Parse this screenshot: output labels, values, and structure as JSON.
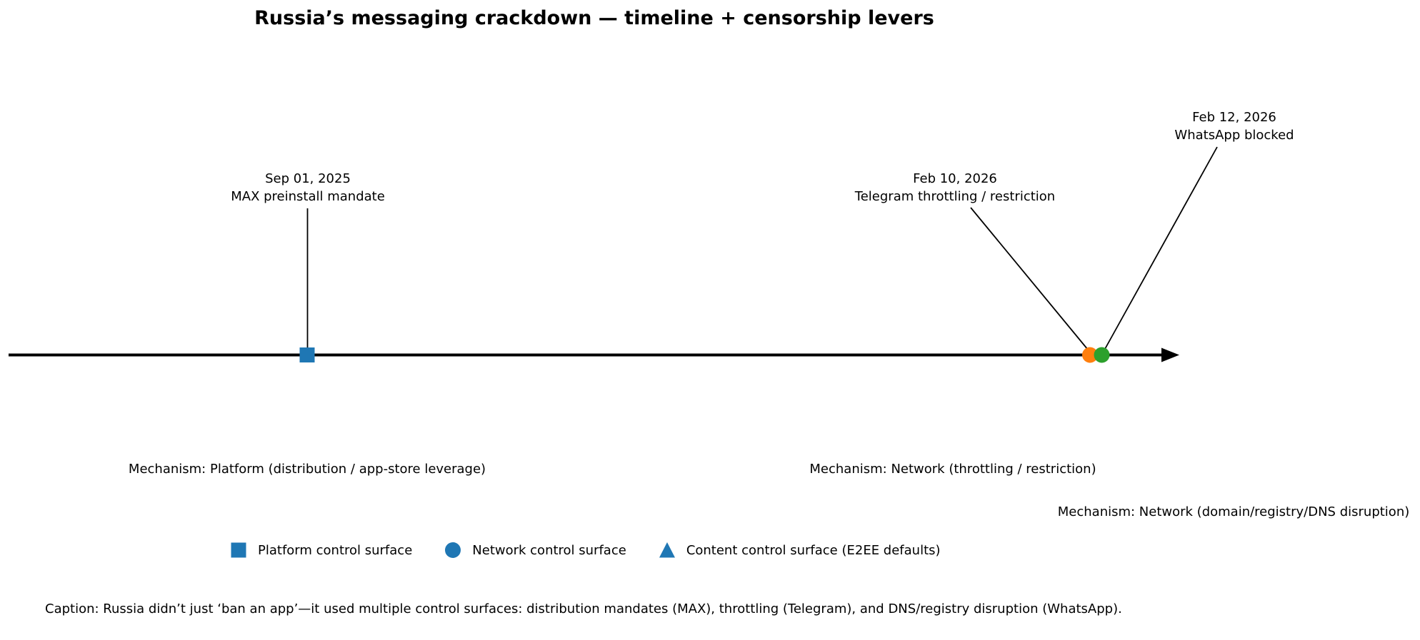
{
  "title": "Russia’s messaging crackdown — timeline + censorship levers",
  "colors": {
    "timeline": "#000000",
    "platform_blue": "#1f77b4",
    "telegram_orange": "#ff7f0e",
    "whatsapp_green": "#2ca02c",
    "legend_blue": "#1f77b4"
  },
  "events": [
    {
      "date": "Sep 01, 2025",
      "label": "MAX preinstall mandate",
      "mechanism": "Mechanism: Platform (distribution / app-store leverage)",
      "marker": "square",
      "color": "#1f77b4"
    },
    {
      "date": "Feb 10, 2026",
      "label": "Telegram throttling / restriction",
      "mechanism": "Mechanism: Network (throttling / restriction)",
      "marker": "circle",
      "color": "#ff7f0e"
    },
    {
      "date": "Feb 12, 2026",
      "label": "WhatsApp blocked",
      "mechanism": "Mechanism: Network (domain/registry/DNS disruption)",
      "marker": "circle",
      "color": "#2ca02c"
    }
  ],
  "legend": [
    {
      "marker": "square",
      "label": "Platform control surface",
      "color": "#1f77b4"
    },
    {
      "marker": "circle",
      "label": "Network control surface",
      "color": "#1f77b4"
    },
    {
      "marker": "triangle",
      "label": "Content control surface (E2EE defaults)",
      "color": "#1f77b4"
    }
  ],
  "caption": "Caption: Russia didn’t just ‘ban an app’—it used multiple control surfaces: distribution mandates (MAX), throttling (Telegram), and DNS/registry disruption (WhatsApp).",
  "chart_data": {
    "type": "scatter",
    "subtype": "annotated-timeline",
    "title": "Russia’s messaging crackdown — timeline + censorship levers",
    "axis": "single horizontal time axis with right arrowhead, no ticks, no gridlines",
    "grid": false,
    "legend_position": "bottom-center",
    "points": [
      {
        "x": "2025-09-01",
        "y": 0,
        "date_label": "Sep 01, 2025",
        "event": "MAX preinstall mandate",
        "mechanism": "Platform (distribution / app-store leverage)",
        "marker": "square",
        "color": "#1f77b4"
      },
      {
        "x": "2026-02-10",
        "y": 0,
        "date_label": "Feb 10, 2026",
        "event": "Telegram throttling / restriction",
        "mechanism": "Network (throttling / restriction)",
        "marker": "circle",
        "color": "#ff7f0e"
      },
      {
        "x": "2026-02-12",
        "y": 0,
        "date_label": "Feb 12, 2026",
        "event": "WhatsApp blocked",
        "mechanism": "Network (domain/registry/DNS disruption)",
        "marker": "circle",
        "color": "#2ca02c"
      }
    ],
    "legend_entries": [
      "Platform control surface",
      "Network control surface",
      "Content control surface (E2EE defaults)"
    ],
    "caption": "Caption: Russia didn’t just ‘ban an app’—it used multiple control surfaces: distribution mandates (MAX), throttling (Telegram), and DNS/registry disruption (WhatsApp)."
  }
}
